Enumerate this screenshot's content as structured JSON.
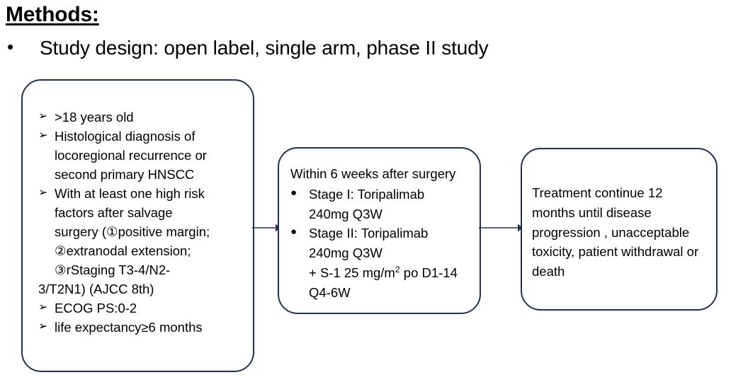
{
  "header": {
    "title": "Methods:",
    "bullet_marker": "•",
    "bullet_text": "Study design: open label, single arm, phase II study"
  },
  "theme": {
    "box_border_color": "#22334f",
    "arrow_color": "#22334f",
    "background": "#ffffff",
    "text_color": "#000000"
  },
  "diagram": {
    "boxes": [
      {
        "name": "eligibility-criteria",
        "marker": "➢",
        "items": [
          {
            "lines": [
              "&gt;18 years old"
            ]
          },
          {
            "lines": [
              "Histological  diagnosis of",
              "locoregional recurrence or",
              "second primary HNSCC"
            ]
          },
          {
            "lines": [
              "With at least one high risk",
              "factors after salvage",
              "surgery (①positive margin;",
              "②extranodal extension;",
              "③rStaging T3-4/N2-"
            ],
            "outdented_lines": [
              "3/T2N1)  (AJCC 8th)"
            ]
          },
          {
            "lines": [
              "ECOG PS:0-2"
            ]
          },
          {
            "lines": [
              "life expectancy≥6 months"
            ]
          }
        ]
      },
      {
        "name": "treatment-regimen",
        "heading": "Within 6 weeks after surgery",
        "marker": "●",
        "items": [
          {
            "lines": [
              "Stage I: Toripalimab",
              "240mg Q3W"
            ]
          },
          {
            "lines": [
              "Stage II: Toripalimab",
              "240mg Q3W",
              "+ S-1 25 mg/m² po D1-14",
              "Q4-6W"
            ]
          }
        ]
      },
      {
        "name": "treatment-continuation",
        "text": " Treatment continue 12 months until disease progression , unacceptable toxicity, patient withdrawal or death"
      }
    ],
    "arrows": [
      {
        "name": "arrow-eligibility-to-treatment"
      },
      {
        "name": "arrow-treatment-to-continuation"
      }
    ]
  }
}
